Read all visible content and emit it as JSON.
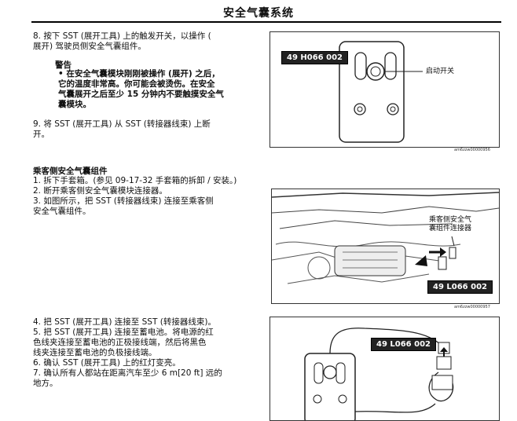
{
  "header": {
    "title": "安全气囊系统"
  },
  "steps_top": {
    "step8": "8. 按下 SST (展开工具) 上的触发开关，以操作 (\n   展开) 驾驶员侧安全气囊组件。",
    "warning_title": "警告",
    "warning_text": "• 在安全气囊模块刚刚被操作 (展开) 之后，\n  它的温度非常高。你可能会被烫伤。在安全\n  气囊展开之后至少 15 分钟内不要触摸安全气\n  囊模块。",
    "step9": "9. 将 SST (展开工具) 从 SST (转接器线束) 上断\n   开。"
  },
  "figure1": {
    "code": "49 H066 002",
    "callout": "启动开关",
    "id": "am6zzw00000956"
  },
  "section2": {
    "heading": "乘客侧安全气囊组件",
    "steps": "1. 拆下手套箱。(参见 09-17-32 手套箱的拆卸 / 安装。)\n2. 断开乘客侧安全气囊模块连接器。\n3. 如图所示，把 SST (转接器线束) 连接至乘客侧\n   安全气囊组件。"
  },
  "figure2": {
    "code": "49 L066 002",
    "callout": "乘客侧安全气\n囊组件连接器",
    "id": "am6zzw00000957"
  },
  "steps_bottom": "4. 把 SST (展开工具) 连接至 SST (转接器线束)。\n5. 把 SST (展开工具) 连接至蓄电池。将电源的红\n   色线夹连接至蓄电池的正极接线端，然后将黑色\n   线夹连接至蓄电池的负极接线端。\n6. 确认 SST (展开工具) 上的红灯变亮。\n7. 确认所有人都站在距离汽车至少 6 m[20 ft] 远的\n   地方。",
  "figure3": {
    "code": "49 L066 002"
  }
}
